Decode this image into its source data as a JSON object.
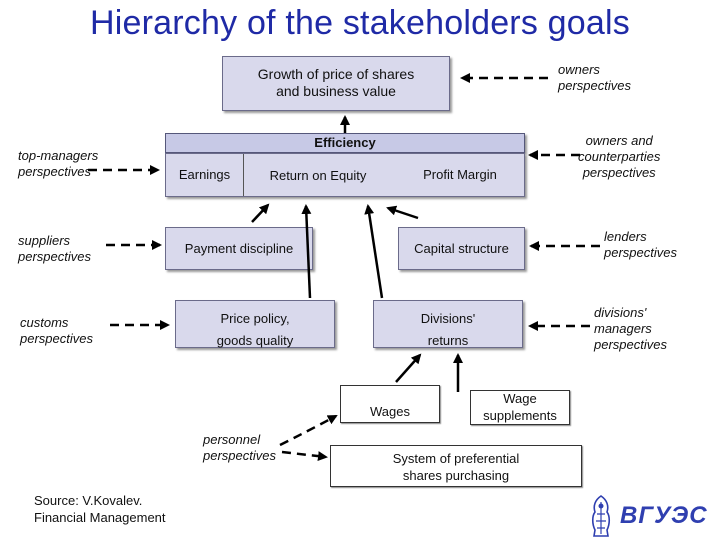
{
  "title": "Hierarchy of the stakeholders goals",
  "nodes": {
    "growth": "Growth of price of shares\nand business value",
    "efficiency": "Efficiency",
    "earnings": "Earnings",
    "roe": "Return on Equity",
    "profit_margin": "Profit Margin",
    "payment_discipline": "Payment discipline",
    "capital_structure": "Capital structure",
    "price_policy": "Price policy,",
    "goods_quality": "goods quality",
    "divisions_returns_1": "Divisions'",
    "divisions_returns_2": "returns",
    "wages": "Wages",
    "wage_supplements": "Wage\nsupplements",
    "preferential_shares": "System of preferential\nshares purchasing"
  },
  "perspectives": {
    "owners": "owners\nperspectives",
    "top_managers": "top-managers\nperspectives",
    "owners_counterparties": "owners and\ncounterparties\nperspectives",
    "suppliers": "suppliers\nperspectives",
    "lenders": "lenders\nperspectives",
    "customs": "customs\nperspectives",
    "divisions_managers": "divisions'\nmanagers\nperspectives",
    "personnel": "personnel\nperspectives"
  },
  "source": {
    "line1": "Source: V.Kovalev.",
    "line2": "Financial Management"
  },
  "logo": {
    "text": "ВГУЭС",
    "icon": "university-crest-icon"
  },
  "colors": {
    "title": "#1f2aa6",
    "box_fill": "#d9d9ec",
    "logo": "#2f3fb0"
  }
}
